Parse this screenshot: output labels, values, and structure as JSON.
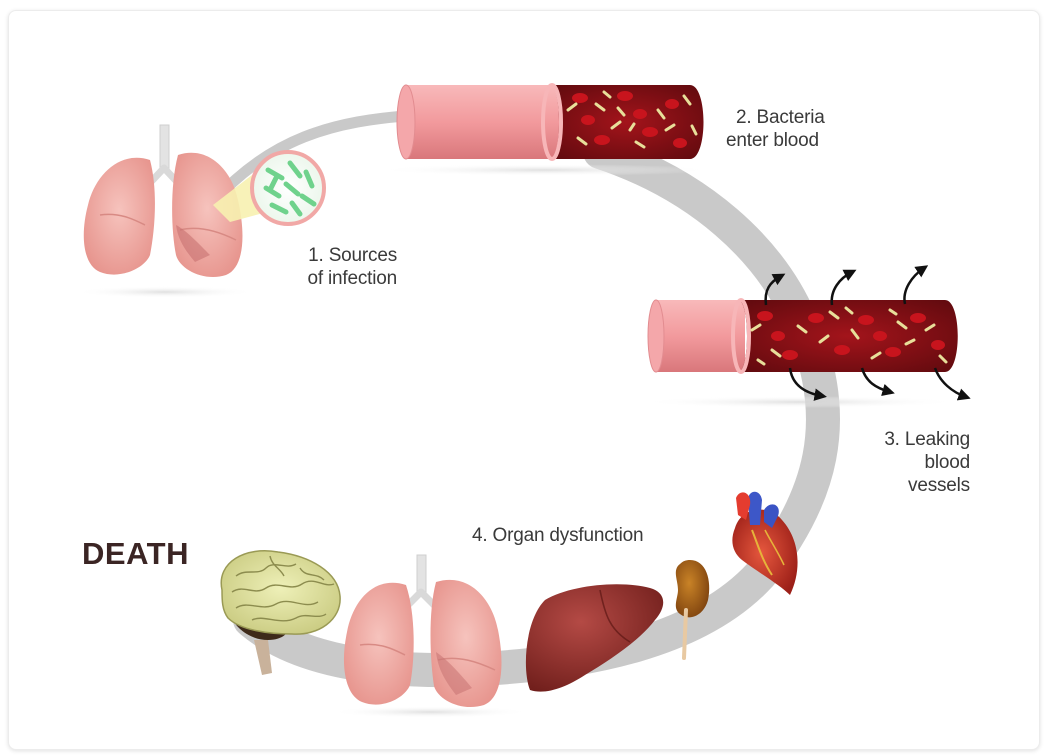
{
  "steps": {
    "source": {
      "line1": "1. Sources",
      "line2": "of infection"
    },
    "bacteria": {
      "line1": "2. Bacteria",
      "line2": "enter blood"
    },
    "leaking": {
      "line1": "3. Leaking",
      "line2": "blood",
      "line3": "vessels"
    },
    "organ": {
      "label": "4. Organ dysfunction"
    }
  },
  "death": "DEATH",
  "colors": {
    "ring": "#c9c9c9",
    "vessel_wall": "#f19a9d",
    "blood": "#8c0f15",
    "cell": "#c8141d",
    "bacteria": "#e8df9a",
    "death_text": "#3b2524"
  },
  "icons": [
    "lungs-icon",
    "bacteria-magnifier-icon",
    "blood-vessel-icon",
    "heart-icon",
    "kidney-icon",
    "liver-icon",
    "brain-icon",
    "leak-arrow-icon"
  ]
}
